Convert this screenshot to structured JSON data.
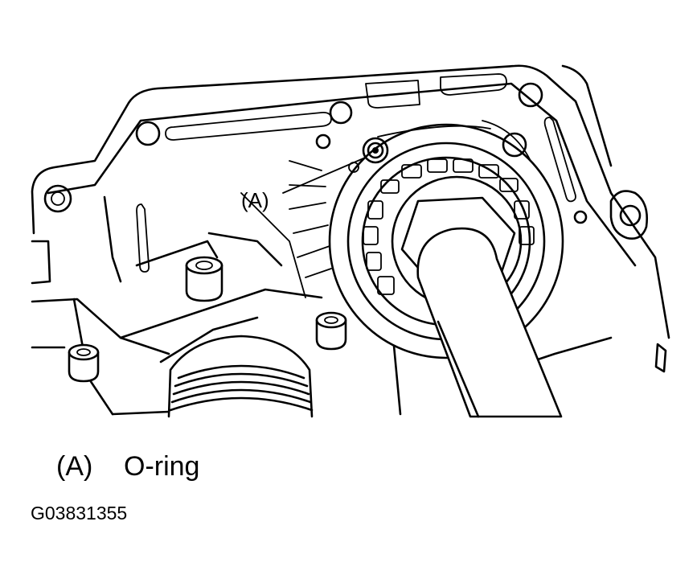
{
  "diagram": {
    "callouts": [
      {
        "label": "(A)",
        "target": "o-ring"
      }
    ]
  },
  "legend": [
    {
      "key": "(A)",
      "description": "O-ring"
    }
  ],
  "figure_id": "G03831355"
}
